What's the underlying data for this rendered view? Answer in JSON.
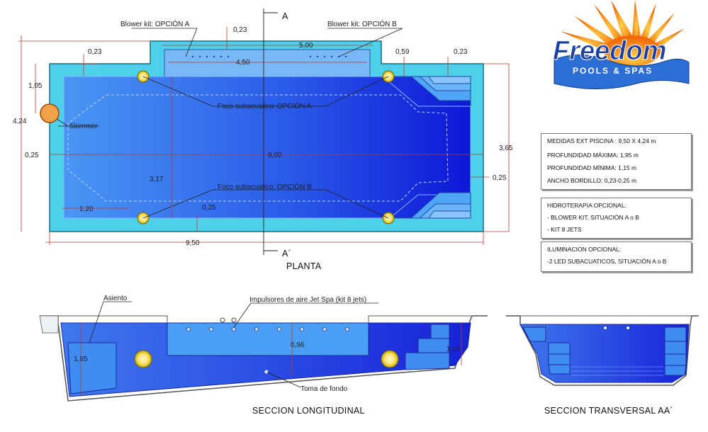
{
  "logo": {
    "name": "Freedom",
    "tagline": "POOLS & SPAS"
  },
  "plan": {
    "caption": "PLANTA",
    "section_mark_top": "A",
    "section_mark_bottom": "A´",
    "labels": {
      "blower_a": "Blower kit: OPCIÓN A",
      "blower_b": "Blower kit: OPCIÓN B",
      "skimmer": "Skimmer",
      "foco_a": "Foco subacuatico: OPCIÓN A",
      "foco_b": "Foco subacuatico: OPCIÓN B"
    },
    "dims": {
      "d_023_top": "0,23",
      "d_500": "5,00",
      "d_450": "4,50",
      "d_023_left": "0,23",
      "d_059": "0,59",
      "d_023_right": "0,23",
      "d_105": "1,05",
      "d_424": "4,24",
      "d_025_left": "0,25",
      "d_900": "9,00",
      "d_365": "3,65",
      "d_025_right": "0,25",
      "d_317": "3,17",
      "d_120": "1,20",
      "d_025_bottom": "0,25",
      "d_950": "9,50"
    }
  },
  "specs": {
    "measures": [
      "MEDIDAS EXT PISCINA : 9,50 X 4,24 m",
      "PROFUNDIDAD MÁXIMA: 1,95 m",
      "PROFUNDIDAD MÍNIMA: 1,15 m",
      "ANCHO BORDILLO: 0,23-0,25 m"
    ],
    "hydro": [
      "HIDROTERAPIA OPCIONAL:",
      "- BLOWER KIT, SITUACIÓN A o B",
      "- KIT 8 JETS"
    ],
    "light": [
      "ILUMINACION OPCIONAL:",
      "-2 LED SUBACUATICOS, SITUACIÓN A o B"
    ]
  },
  "longitudinal": {
    "caption": "SECCION LONGITUDINAL",
    "labels": {
      "asiento": "Asiento",
      "jets": "Impulsores de aire Jet Spa (kit 8 jets)",
      "toma": "Toma de fondo"
    },
    "dims": {
      "d_195": "1,95",
      "d_096": "0,96",
      "d_115": "1,15"
    }
  },
  "transversal": {
    "caption": "SECCION TRANSVERSAL AA´"
  },
  "colors": {
    "coping": "#4ed0ea",
    "pool_light": "#4a9ff5",
    "pool_dark": "#0f1fd8",
    "dim_line": "#c0392b",
    "logo_blue": "#1d3f9e",
    "sun": "#f39c12"
  }
}
